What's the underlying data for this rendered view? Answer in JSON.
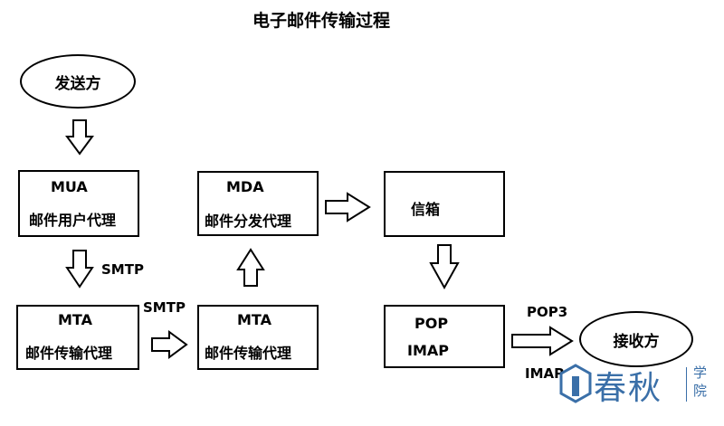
{
  "title": "电子邮件传输过程",
  "sender": "发送方",
  "receiver": "接收方",
  "mua": {
    "name": "MUA",
    "desc": "邮件用户代理"
  },
  "mta1": {
    "name": "MTA",
    "desc": "邮件传输代理"
  },
  "mta2": {
    "name": "MTA",
    "desc": "邮件传输代理"
  },
  "mda": {
    "name": "MDA",
    "desc": "邮件分发代理"
  },
  "mailbox": "信箱",
  "access": {
    "pop": "POP",
    "imap": "IMAP"
  },
  "labels": {
    "smtp1": "SMTP",
    "smtp2": "SMTP",
    "pop3": "POP3",
    "imap": "IMAP"
  },
  "watermark": {
    "text": "春秋",
    "side": "学院",
    "color": "#3a6fa8"
  }
}
